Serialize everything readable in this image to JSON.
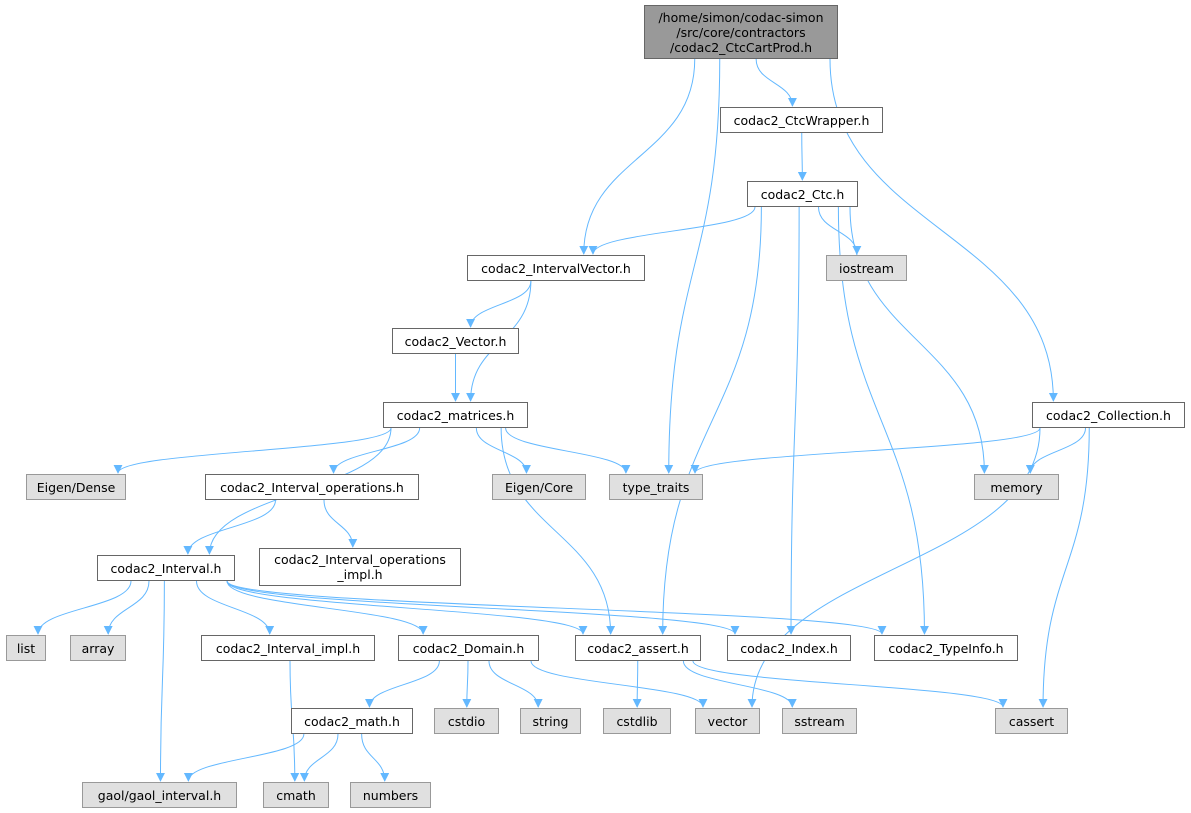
{
  "colors": {
    "edge": "#63b8ff",
    "root_fill": "#999999",
    "external_fill": "#e0e0e0",
    "node_border": "#666666"
  },
  "nodes": [
    {
      "id": "root",
      "kind": "root",
      "lines": [
        "/home/simon/codac-simon",
        "/src/core/contractors",
        "/codac2_CtcCartProd.h"
      ]
    },
    {
      "id": "ctcwrapper",
      "kind": "file",
      "lines": [
        "codac2_CtcWrapper.h"
      ]
    },
    {
      "id": "ctc",
      "kind": "file",
      "lines": [
        "codac2_Ctc.h"
      ]
    },
    {
      "id": "intervalvector",
      "kind": "file",
      "lines": [
        "codac2_IntervalVector.h"
      ]
    },
    {
      "id": "iostream",
      "kind": "ext",
      "lines": [
        "iostream"
      ]
    },
    {
      "id": "vector_h",
      "kind": "file",
      "lines": [
        "codac2_Vector.h"
      ]
    },
    {
      "id": "matrices",
      "kind": "file",
      "lines": [
        "codac2_matrices.h"
      ]
    },
    {
      "id": "collection",
      "kind": "file",
      "lines": [
        "codac2_Collection.h"
      ]
    },
    {
      "id": "eigendense",
      "kind": "ext",
      "lines": [
        "Eigen/Dense"
      ]
    },
    {
      "id": "intervalops",
      "kind": "file",
      "lines": [
        "codac2_Interval_operations.h"
      ]
    },
    {
      "id": "eigencore",
      "kind": "ext",
      "lines": [
        "Eigen/Core"
      ]
    },
    {
      "id": "typetraits",
      "kind": "ext",
      "lines": [
        "type_traits"
      ]
    },
    {
      "id": "memory",
      "kind": "ext",
      "lines": [
        "memory"
      ]
    },
    {
      "id": "intervalopsimpl",
      "kind": "file",
      "lines": [
        "codac2_Interval_operations",
        "_impl.h"
      ]
    },
    {
      "id": "interval",
      "kind": "file",
      "lines": [
        "codac2_Interval.h"
      ]
    },
    {
      "id": "list",
      "kind": "ext",
      "lines": [
        "list"
      ]
    },
    {
      "id": "array",
      "kind": "ext",
      "lines": [
        "array"
      ]
    },
    {
      "id": "intervalimpl",
      "kind": "file",
      "lines": [
        "codac2_Interval_impl.h"
      ]
    },
    {
      "id": "domain",
      "kind": "file",
      "lines": [
        "codac2_Domain.h"
      ]
    },
    {
      "id": "assert",
      "kind": "file",
      "lines": [
        "codac2_assert.h"
      ]
    },
    {
      "id": "index",
      "kind": "file",
      "lines": [
        "codac2_Index.h"
      ]
    },
    {
      "id": "typeinfo",
      "kind": "file",
      "lines": [
        "codac2_TypeInfo.h"
      ]
    },
    {
      "id": "math",
      "kind": "file",
      "lines": [
        "codac2_math.h"
      ]
    },
    {
      "id": "cstdio",
      "kind": "ext",
      "lines": [
        "cstdio"
      ]
    },
    {
      "id": "string",
      "kind": "ext",
      "lines": [
        "string"
      ]
    },
    {
      "id": "cstdlib",
      "kind": "ext",
      "lines": [
        "cstdlib"
      ]
    },
    {
      "id": "vector",
      "kind": "ext",
      "lines": [
        "vector"
      ]
    },
    {
      "id": "sstream",
      "kind": "ext",
      "lines": [
        "sstream"
      ]
    },
    {
      "id": "cassert",
      "kind": "ext",
      "lines": [
        "cassert"
      ]
    },
    {
      "id": "gaol",
      "kind": "ext",
      "lines": [
        "gaol/gaol_interval.h"
      ]
    },
    {
      "id": "cmath",
      "kind": "ext",
      "lines": [
        "cmath"
      ]
    },
    {
      "id": "numbers",
      "kind": "ext",
      "lines": [
        "numbers"
      ]
    }
  ],
  "edges": [
    [
      "root",
      "intervalvector"
    ],
    [
      "root",
      "typetraits"
    ],
    [
      "root",
      "ctcwrapper"
    ],
    [
      "root",
      "collection"
    ],
    [
      "ctcwrapper",
      "ctc"
    ],
    [
      "ctc",
      "intervalvector"
    ],
    [
      "ctc",
      "assert"
    ],
    [
      "ctc",
      "index"
    ],
    [
      "ctc",
      "iostream"
    ],
    [
      "ctc",
      "typeinfo"
    ],
    [
      "ctc",
      "memory"
    ],
    [
      "intervalvector",
      "vector_h"
    ],
    [
      "intervalvector",
      "matrices"
    ],
    [
      "vector_h",
      "matrices"
    ],
    [
      "matrices",
      "eigendense"
    ],
    [
      "matrices",
      "interval"
    ],
    [
      "matrices",
      "intervalops"
    ],
    [
      "matrices",
      "eigencore"
    ],
    [
      "matrices",
      "typetraits"
    ],
    [
      "matrices",
      "assert"
    ],
    [
      "collection",
      "typetraits"
    ],
    [
      "collection",
      "memory"
    ],
    [
      "collection",
      "vector"
    ],
    [
      "collection",
      "cassert"
    ],
    [
      "intervalops",
      "interval"
    ],
    [
      "intervalops",
      "intervalopsimpl"
    ],
    [
      "interval",
      "list"
    ],
    [
      "interval",
      "array"
    ],
    [
      "interval",
      "gaol"
    ],
    [
      "interval",
      "intervalimpl"
    ],
    [
      "interval",
      "domain"
    ],
    [
      "interval",
      "assert"
    ],
    [
      "interval",
      "index"
    ],
    [
      "interval",
      "typeinfo"
    ],
    [
      "intervalimpl",
      "cmath"
    ],
    [
      "domain",
      "math"
    ],
    [
      "domain",
      "cstdio"
    ],
    [
      "domain",
      "string"
    ],
    [
      "domain",
      "vector"
    ],
    [
      "assert",
      "cstdlib"
    ],
    [
      "assert",
      "sstream"
    ],
    [
      "assert",
      "cassert"
    ],
    [
      "math",
      "gaol"
    ],
    [
      "math",
      "cmath"
    ],
    [
      "math",
      "numbers"
    ]
  ]
}
